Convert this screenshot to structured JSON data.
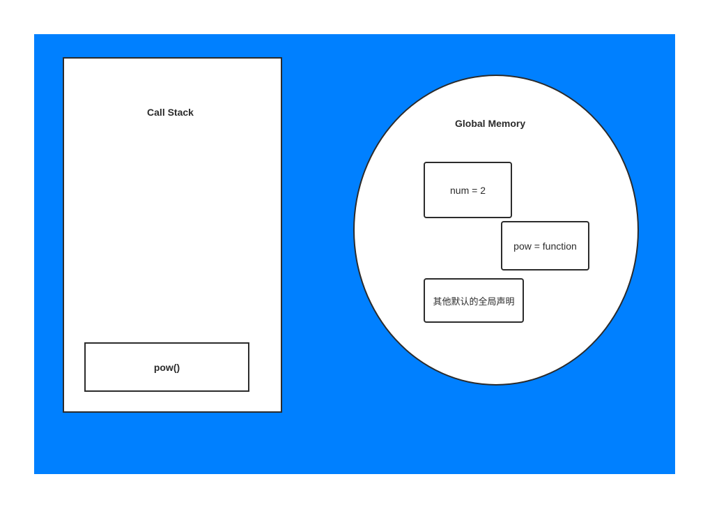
{
  "colors": {
    "background": "#0080ff",
    "panel": "#ffffff",
    "stroke": "#2b2b2b"
  },
  "call_stack": {
    "title": "Call Stack",
    "frames": [
      "pow()"
    ]
  },
  "global_memory": {
    "title": "Global Memory",
    "entries": [
      "num = 2",
      "pow = function",
      "其他默认的全局声明"
    ]
  }
}
